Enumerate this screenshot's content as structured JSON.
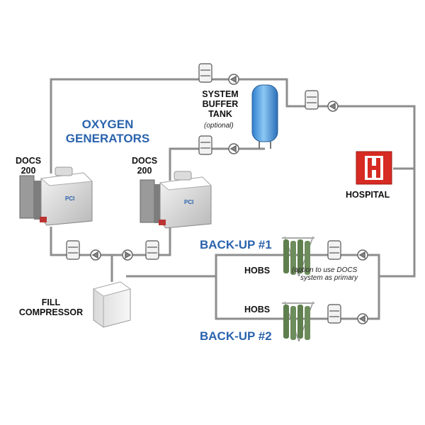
{
  "title": {
    "line1": "OXYGEN",
    "line2": "GENERATORS"
  },
  "generators": [
    {
      "name_line1": "DOCS",
      "name_line2": "200",
      "badge": "PCI"
    },
    {
      "name_line1": "DOCS",
      "name_line2": "200",
      "badge": "PCI"
    }
  ],
  "buffer_tank": {
    "line1": "SYSTEM",
    "line2": "BUFFER",
    "line3": "TANK",
    "note": "(optional)"
  },
  "hospital": {
    "label": "HOSPITAL",
    "icon_letter": "H"
  },
  "backup1": {
    "label": "BACK-UP #1",
    "hobs": "HOBS",
    "note_line1": "(option to use DOCS",
    "note_line2": "system as primary"
  },
  "backup2": {
    "label": "BACK-UP #2",
    "hobs": "HOBS"
  },
  "compressor": {
    "line1": "FILL",
    "line2": "COMPRESSOR"
  },
  "colors": {
    "pipe": "#8e8e8e",
    "accent_blue": "#2a63ad",
    "hospital_red": "#d62a22",
    "tank_blue": "#4a9ee0",
    "cylinder_green": "#5f7f4f"
  }
}
